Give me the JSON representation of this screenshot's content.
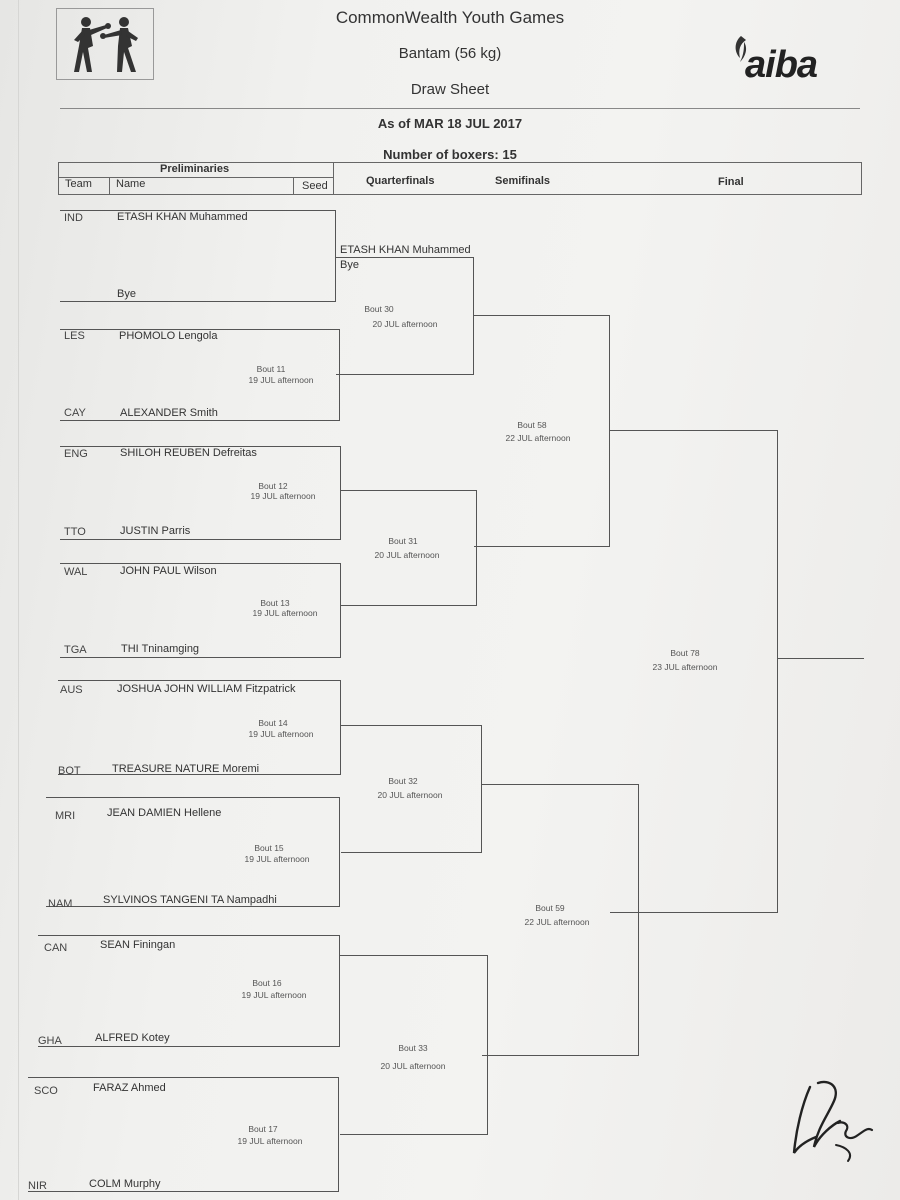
{
  "header": {
    "title": "CommonWealth Youth Games",
    "category": "Bantam (56 kg)",
    "sheet": "Draw Sheet",
    "as_of": "As of MAR 18 JUL 2017",
    "boxers": "Number of boxers: 15",
    "logo_text": "aiba"
  },
  "columns": {
    "preliminaries": "Preliminaries",
    "team": "Team",
    "name": "Name",
    "seed": "Seed",
    "quarterfinals": "Quarterfinals",
    "semifinals": "Semifinals",
    "final": "Final"
  },
  "boxers": [
    {
      "team": "IND",
      "name": "ETASH KHAN Muhammed"
    },
    {
      "team": "",
      "name": "Bye"
    },
    {
      "team": "LES",
      "name": "PHOMOLO Lengola"
    },
    {
      "team": "CAY",
      "name": "ALEXANDER Smith"
    },
    {
      "team": "ENG",
      "name": "SHILOH REUBEN Defreitas"
    },
    {
      "team": "TTO",
      "name": "JUSTIN Parris"
    },
    {
      "team": "WAL",
      "name": "JOHN PAUL Wilson"
    },
    {
      "team": "TGA",
      "name": "THI Tninamging"
    },
    {
      "team": "AUS",
      "name": "JOSHUA JOHN WILLIAM Fitzpatrick"
    },
    {
      "team": "BOT",
      "name": "TREASURE NATURE Moremi"
    },
    {
      "team": "MRI",
      "name": "JEAN DAMIEN Hellene"
    },
    {
      "team": "NAM",
      "name": "SYLVINOS TANGENI TA Nampadhi"
    },
    {
      "team": "CAN",
      "name": "SEAN Finingan"
    },
    {
      "team": "GHA",
      "name": "ALFRED Kotey"
    },
    {
      "team": "SCO",
      "name": "FARAZ Ahmed"
    },
    {
      "team": "NIR",
      "name": "COLM Murphy"
    }
  ],
  "advance": {
    "qf_winner": "ETASH KHAN Muhammed",
    "qf_bye": "Bye"
  },
  "bouts": {
    "b11": {
      "label": "Bout 11",
      "time": "19 JUL afternoon"
    },
    "b12": {
      "label": "Bout 12",
      "time": "19 JUL afternoon"
    },
    "b13": {
      "label": "Bout 13",
      "time": "19 JUL afternoon"
    },
    "b14": {
      "label": "Bout 14",
      "time": "19 JUL afternoon"
    },
    "b15": {
      "label": "Bout 15",
      "time": "19 JUL afternoon"
    },
    "b16": {
      "label": "Bout 16",
      "time": "19 JUL afternoon"
    },
    "b17": {
      "label": "Bout 17",
      "time": "19 JUL afternoon"
    },
    "b30": {
      "label": "Bout 30",
      "time": "20 JUL afternoon"
    },
    "b31": {
      "label": "Bout 31",
      "time": "20 JUL afternoon"
    },
    "b32": {
      "label": "Bout 32",
      "time": "20 JUL afternoon"
    },
    "b33": {
      "label": "Bout 33",
      "time": "20 JUL afternoon"
    },
    "b58": {
      "label": "Bout 58",
      "time": "22 JUL afternoon"
    },
    "b59": {
      "label": "Bout 59",
      "time": "22 JUL afternoon"
    },
    "b78": {
      "label": "Bout 78",
      "time": "23 JUL afternoon"
    }
  }
}
